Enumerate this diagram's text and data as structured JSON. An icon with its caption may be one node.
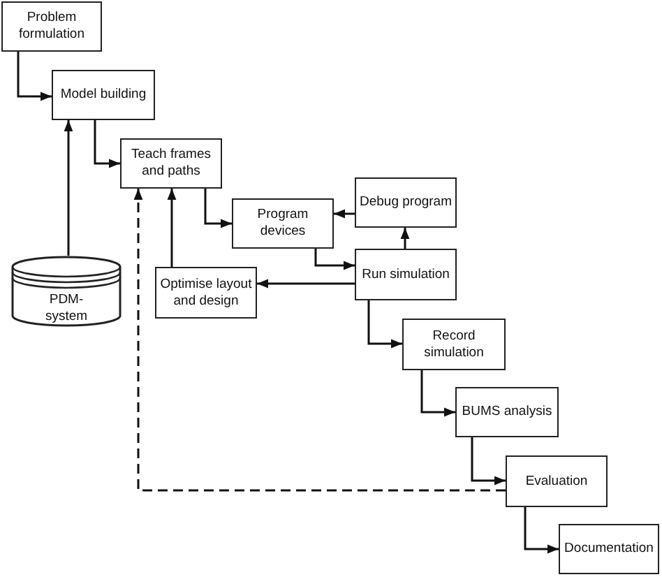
{
  "diagram": {
    "nodes": [
      {
        "text": [
          "Problem formulation"
        ]
      },
      {
        "text": [
          "Model building"
        ]
      },
      {
        "text": [
          "Teach frames and paths"
        ]
      },
      {
        "text": [
          "Program devices"
        ]
      },
      {
        "text": [
          "Debug program"
        ]
      },
      {
        "text": [
          "Run simulation"
        ]
      },
      {
        "text": [
          "Optimise layout and design"
        ]
      },
      {
        "text": [
          "PDM-system"
        ]
      },
      {
        "text": [
          "Record simulation"
        ]
      },
      {
        "text": [
          "BUMS analysis"
        ]
      },
      {
        "text": [
          "Evaluation"
        ]
      },
      {
        "text": [
          "Documentation"
        ]
      }
    ],
    "edges": [
      {
        "from": 0,
        "to": 1,
        "arrow": "to"
      },
      {
        "from": 1,
        "to": 2,
        "arrow": "to"
      },
      {
        "from": 2,
        "to": 3,
        "arrow": "to"
      },
      {
        "from": 3,
        "to": 5,
        "arrow": "to"
      },
      {
        "from": 5,
        "to": 4,
        "arrow": "to"
      },
      {
        "from": 4,
        "to": 3,
        "arrow": "to"
      },
      {
        "from": 5,
        "to": 6,
        "arrow": "to"
      },
      {
        "from": 6,
        "to": 2,
        "arrow": "to"
      },
      {
        "from": 7,
        "to": 1,
        "arrow": "to"
      },
      {
        "from": 5,
        "to": 8,
        "arrow": "to"
      },
      {
        "from": 8,
        "to": 9,
        "arrow": "to"
      },
      {
        "from": 9,
        "to": 10,
        "arrow": "to"
      },
      {
        "from": 10,
        "to": 11,
        "arrow": "to"
      },
      {
        "from": 10,
        "to": 2,
        "arrow": "to",
        "style": "dashed"
      }
    ]
  }
}
